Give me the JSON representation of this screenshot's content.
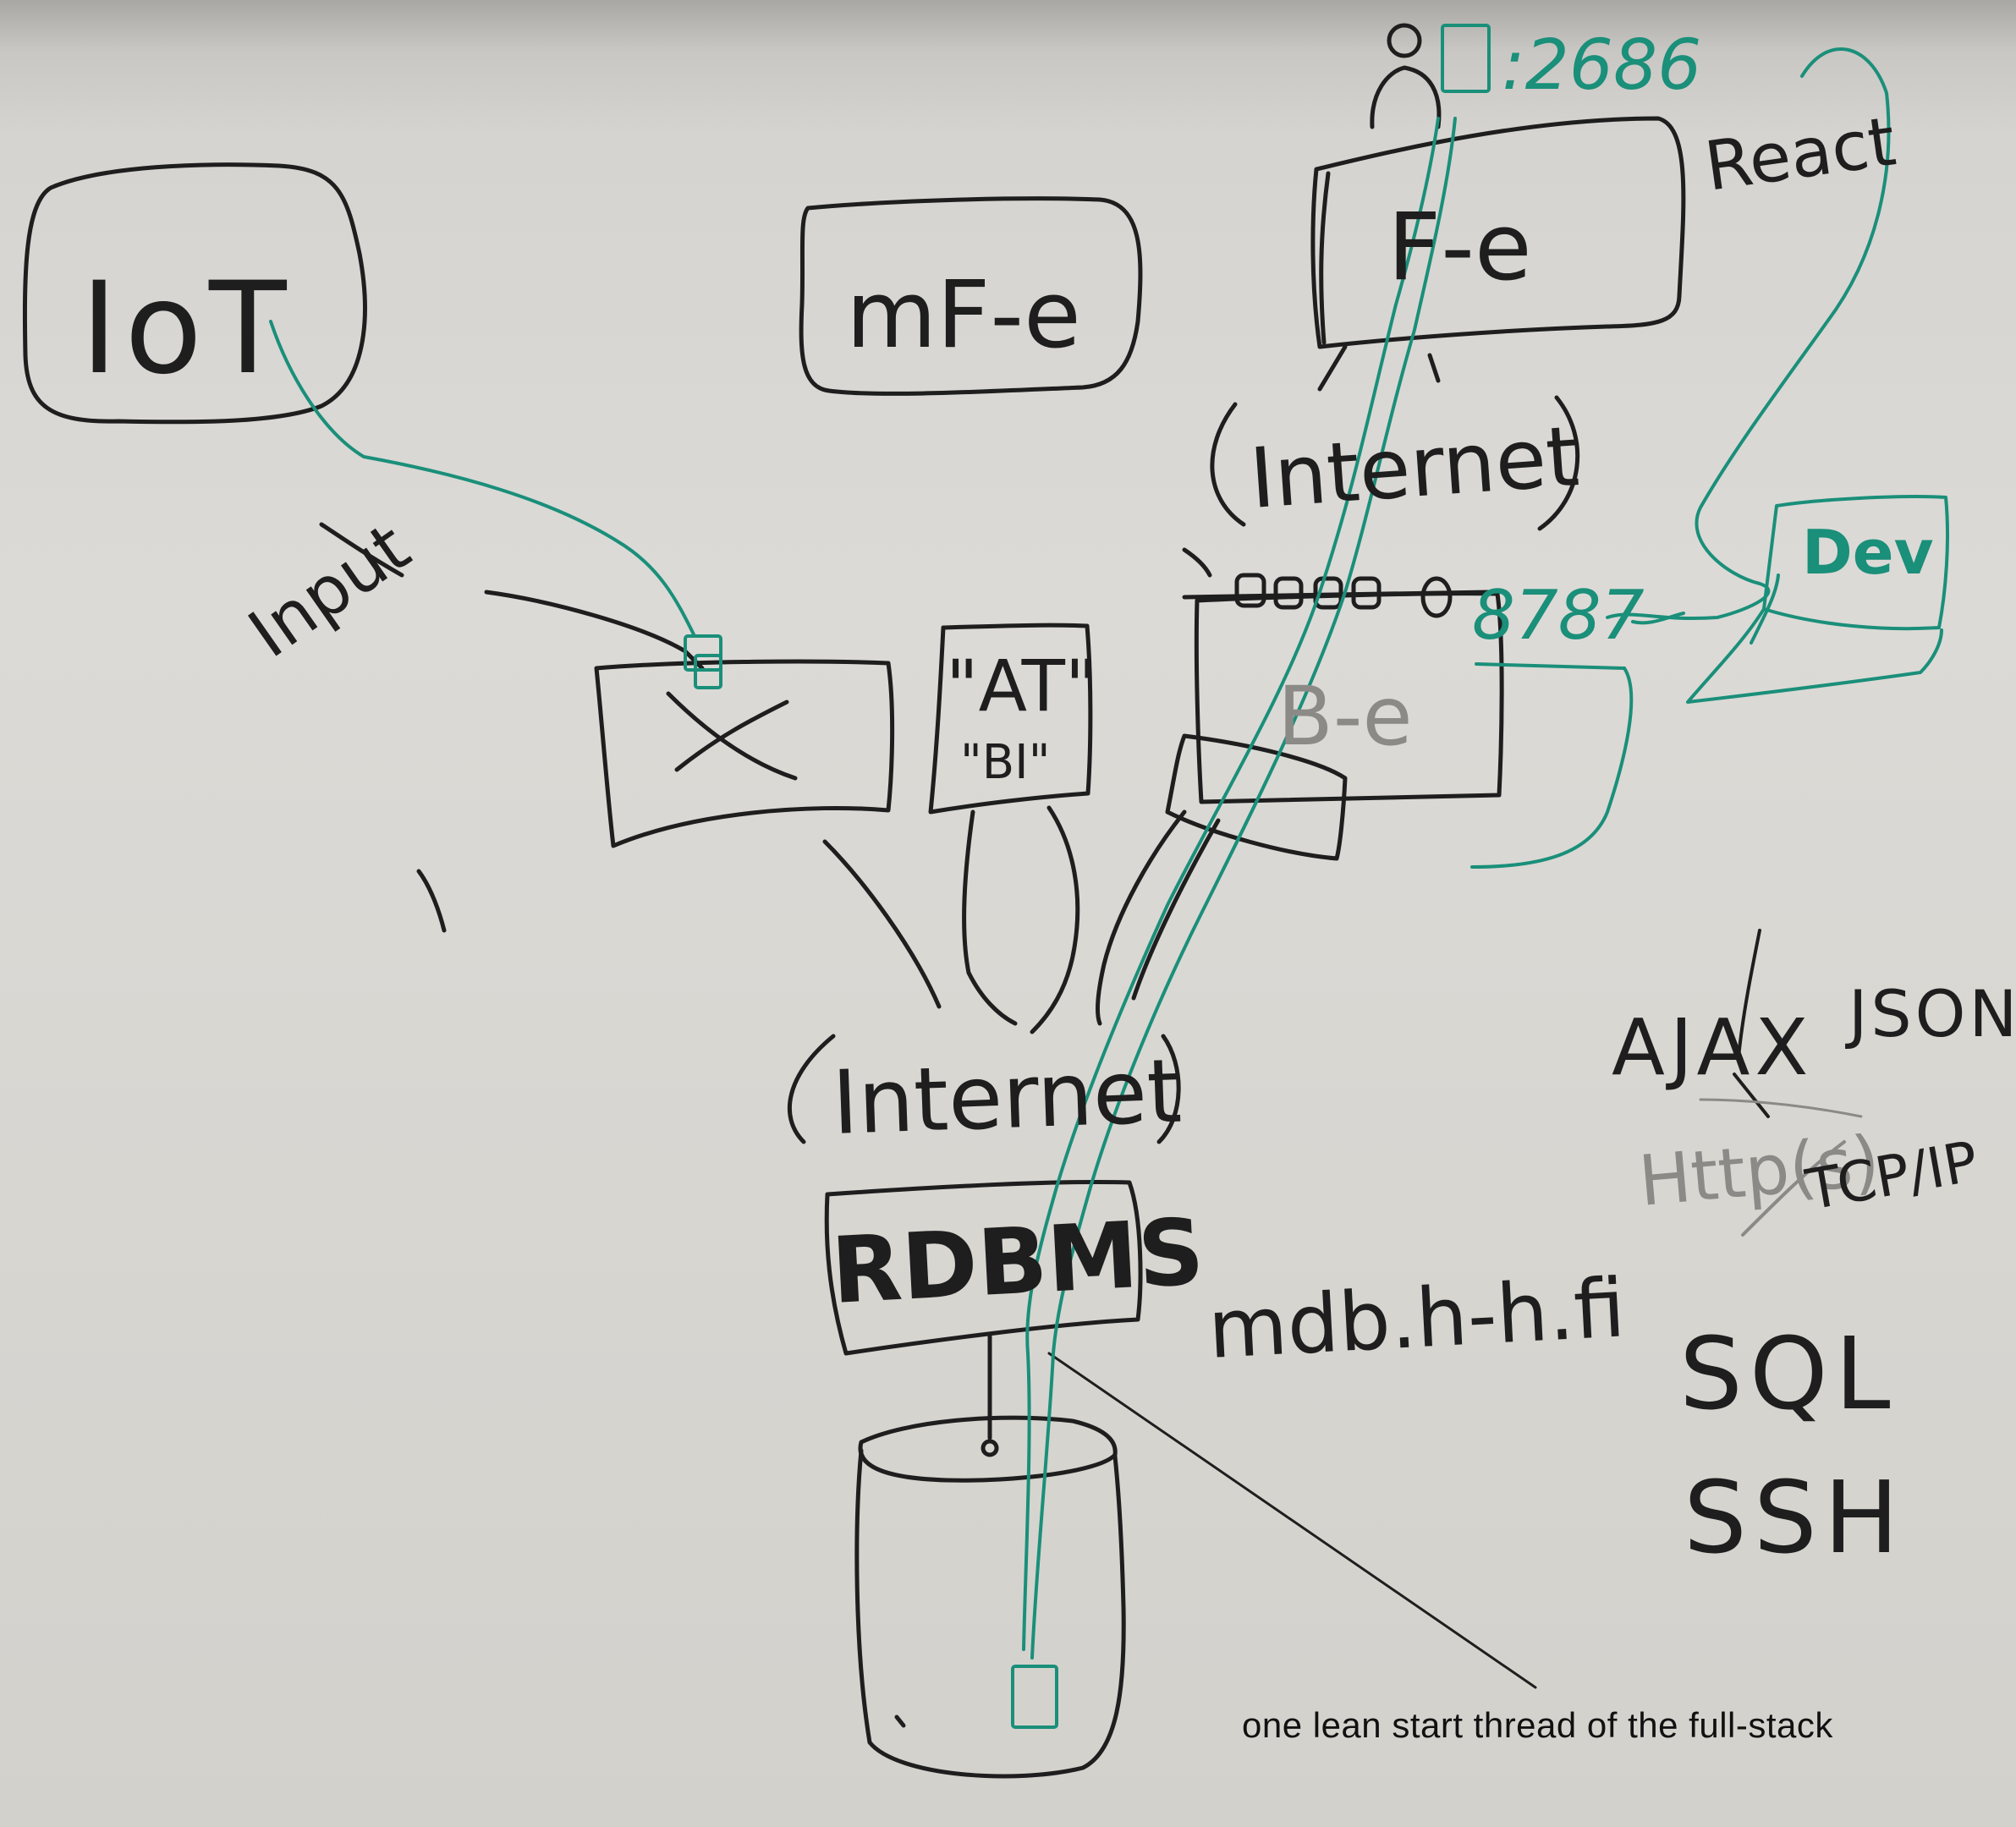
{
  "labels": {
    "iot": "IoT",
    "mfe": "mF-e",
    "fe": "F-e",
    "port_fe": ":2686",
    "react": "React",
    "internet_top": "Internet",
    "dev": "Dev",
    "port_be": "8787",
    "be": "B-e",
    "input": "Input",
    "x_box": "X",
    "at": "\"AT\"",
    "bi": "\"BI\"",
    "internet_bottom": "Internet",
    "rdbms": "RDBMS",
    "mdb": "mdb.h-h.fi",
    "ajax": "AJAX",
    "json": "JSON",
    "https": "Http(s)",
    "tcpip": "TCP/IP",
    "sql": "SQL",
    "ssh": "SSH"
  },
  "caption": "one lean start thread of the full-stack",
  "colors": {
    "marker_black": "#1e1e1e",
    "marker_teal": "#1a8f7a",
    "board": "#d9d7d3"
  }
}
